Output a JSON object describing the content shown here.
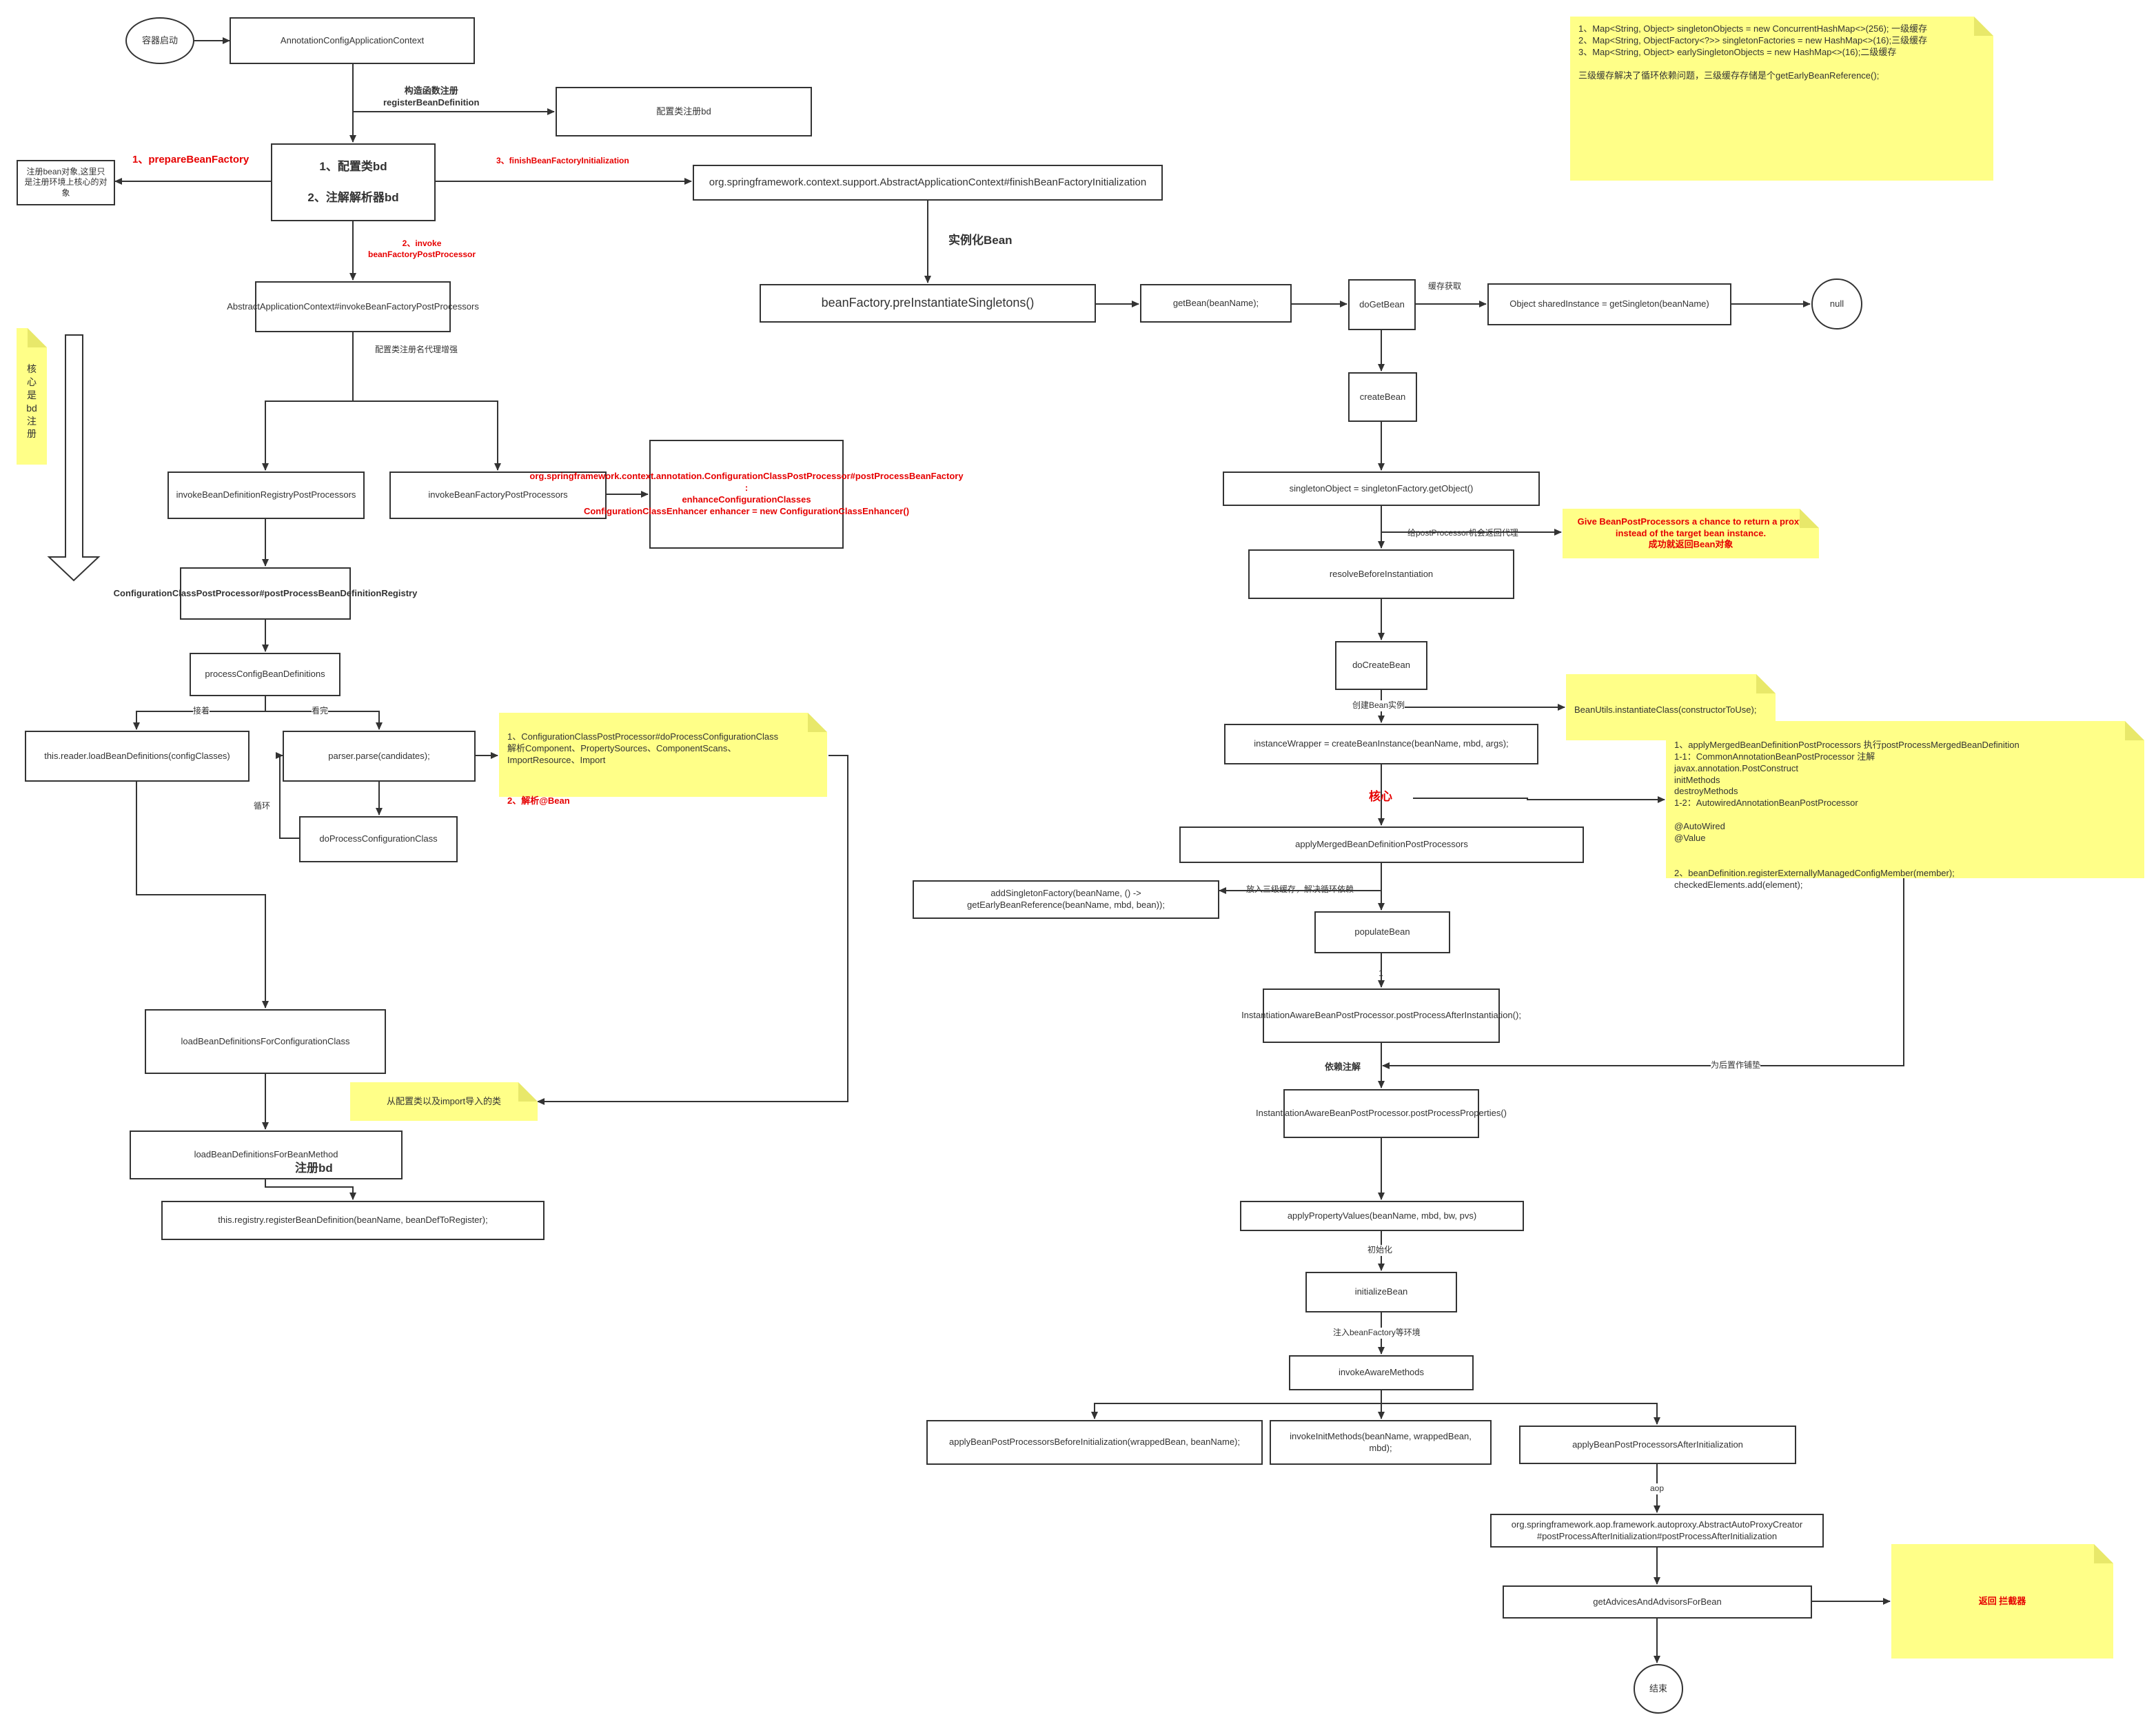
{
  "nodes": {
    "start": "容器启动",
    "annotation_ctx": "AnnotationConfigApplicationContext",
    "config_register": "配置类注册bd",
    "bd_register": "1、配置类bd\n\n2、注解解析器bd",
    "env_bean": "注册bean对象,这里只是注册环境上核心的对象",
    "finish_init": "org.springframework.context.support.AbstractApplicationContext#finishBeanFactoryInitialization",
    "invoke_bfpp_main": "AbstractApplicationContext#invokeBeanFactoryPostProcessors",
    "pre_instantiate": "beanFactory.preInstantiateSingletons()",
    "get_bean": "getBean(beanName);",
    "do_get_bean": "doGetBean",
    "get_singleton": "Object sharedInstance = getSingleton(beanName)",
    "null_node": "null",
    "create_bean": "createBean",
    "singleton_factory": "singletonObject = singletonFactory.getObject()",
    "resolve_before": "resolveBeforeInstantiation",
    "do_create_bean": "doCreateBean",
    "instance_wrapper": "instanceWrapper = createBeanInstance(beanName, mbd, args);",
    "apply_merged": "applyMergedBeanDefinitionPostProcessors",
    "add_singleton_factory": "addSingletonFactory(beanName, () ->\ngetEarlyBeanReference(beanName, mbd, bean));",
    "populate_bean": "populateBean",
    "after_instantiation": "InstantiationAwareBeanPostProcessor.postProcessAfterInstantiation();",
    "process_properties": "InstantiationAwareBeanPostProcessor.postProcessProperties()",
    "apply_property_values": "applyPropertyValues(beanName, mbd, bw, pvs)",
    "initialize_bean": "initializeBean",
    "invoke_aware": "invokeAwareMethods",
    "bpp_before": "applyBeanPostProcessorsBeforeInitialization(wrappedBean, beanName);",
    "invoke_init": "invokeInitMethods(beanName, wrappedBean,\nmbd);",
    "bpp_after": "applyBeanPostProcessorsAfterInitialization",
    "aop_creator": "org.springframework.aop.framework.autoproxy.AbstractAutoProxyCreator\n#postProcessAfterInitialization#postProcessAfterInitialization",
    "get_advices": "getAdvicesAndAdvisorsForBean",
    "end_node": "结束",
    "bdrpp": "invokeBeanDefinitionRegistryPostProcessors",
    "bfpp": "invokeBeanFactoryPostProcessors",
    "enhance": "org.springframework.context.annotation.ConfigurationClassPostProcessor#postProcessBeanFactory :\nenhanceConfigurationClasses\nConfigurationClassEnhancer enhancer = new ConfigurationClassEnhancer()",
    "ccpp": "ConfigurationClassPostProcessor#postProcessBeanDefinitionRegistry",
    "process_config": "processConfigBeanDefinitions",
    "reader_load": "this.reader.loadBeanDefinitions(configClasses)",
    "parser_parse": "parser.parse(candidates);",
    "do_process_config": "doProcessConfigurationClass",
    "load_for_config_class": "loadBeanDefinitionsForConfigurationClass",
    "load_for_bean_method": "loadBeanDefinitionsForBeanMethod",
    "registry_register": "this.registry.registerBeanDefinition(beanName, beanDefToRegister);"
  },
  "notes": {
    "cache": "1、Map<String, Object> singletonObjects = new ConcurrentHashMap<>(256); 一级缓存\n2、Map<String, ObjectFactory<?>> singletonFactories = new HashMap<>(16);三级缓存\n3、Map<String, Object> earlySingletonObjects = new HashMap<>(16);二级缓存\n\n三级缓存解决了循环依赖问题，三级缓存存储是个getEarlyBeanReference();",
    "core_bd": "核心是bd注册",
    "proxy_chance": "Give BeanPostProcessors a chance to return a proxy instead of the target bean instance.\n成功就返回Bean对象",
    "instantiate_class": "BeanUtils.instantiateClass(constructorToUse);",
    "merged_detail": "1、applyMergedBeanDefinitionPostProcessors 执行postProcessMergedBeanDefinition\n1-1：CommonAnnotationBeanPostProcessor  注解\n    javax.annotation.PostConstruct\n    initMethods\n    destroyMethods\n1-2：AutowiredAnnotationBeanPostProcessor\n\n    @AutoWired\n    @Value\n\n\n2、beanDefinition.registerExternallyManagedConfigMember(member);\n    checkedElements.add(element);",
    "parse_detail": "1、ConfigurationClassPostProcessor#doProcessConfigurationClass\n    解析Component、PropertySources、ComponentScans、\n    ImportResource、Import",
    "parse_bean": "2、解析@Bean",
    "from_import": "从配置类以及import导入的类",
    "return_interceptor": "返回 拦截器"
  },
  "labels": {
    "ctor_register": "构造函数注册\nregisterBeanDefinition",
    "prepare_bf": "1、prepareBeanFactory",
    "finish_bf": "3、finishBeanFactoryInitialization",
    "invoke_bfpp": "2、invoke\nbeanFactoryPostProcessor",
    "instantiate_bean": "实例化Bean",
    "cache_get": "缓存获取",
    "config_proxy": "配置类注册名代理增强",
    "proxy_hint": "给postProcessor机会返回代理",
    "create_instance": "创建Bean实例",
    "core": "核心",
    "third_cache": "放入三级缓存，解决循环依赖",
    "dependency": "依赖注解",
    "prepare_later": "为后置作铺垫",
    "init": "初始化",
    "inject_env": "注入beanFactory等环境",
    "aop": "aop",
    "register_bd": "注册bd",
    "loop": "循环",
    "branch_a": "接着",
    "branch_b": "看完",
    "tick": "1"
  },
  "colors": {
    "stroke": "#333333",
    "note": "#ffff88",
    "red": "#e60000"
  }
}
